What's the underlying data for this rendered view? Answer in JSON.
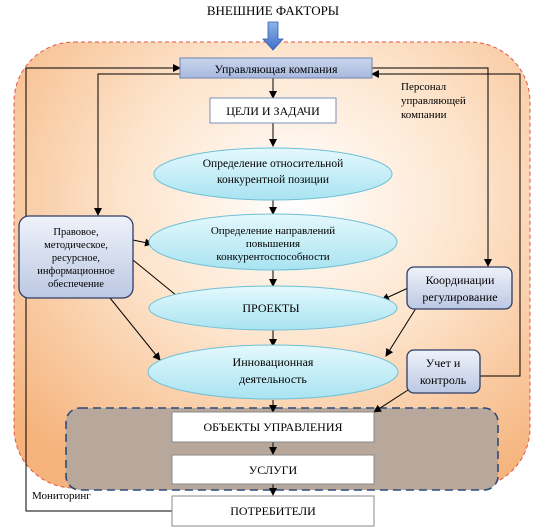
{
  "external_factors": "ВНЕШНИЕ ФАКТОРЫ",
  "management_company": "Управляющая компания",
  "goals": "ЦЕЛИ И ЗАДАЧИ",
  "staff": [
    "Персонал",
    "управляющей",
    "компании"
  ],
  "competitive_position": [
    "Определение относительной",
    "конкурентной позиции"
  ],
  "competitiveness": [
    "Определение направлений",
    "повышения",
    "конкурентоспособности"
  ],
  "support": [
    "Правовое,",
    "методическое,",
    "ресурсное,",
    "информационное",
    "обеспечение"
  ],
  "coordination": [
    "Координации",
    "регулирование"
  ],
  "projects": "ПРОЕКТЫ",
  "innovation": [
    "Инновационная",
    "деятельность"
  ],
  "control": [
    "Учет и",
    "контроль"
  ],
  "objects": "ОБЪЕКТЫ УПРАВЛЕНИЯ",
  "services": "УСЛУГИ",
  "monitoring": "Мониторинг",
  "consumers": "ПОТРЕБИТЕЛИ"
}
